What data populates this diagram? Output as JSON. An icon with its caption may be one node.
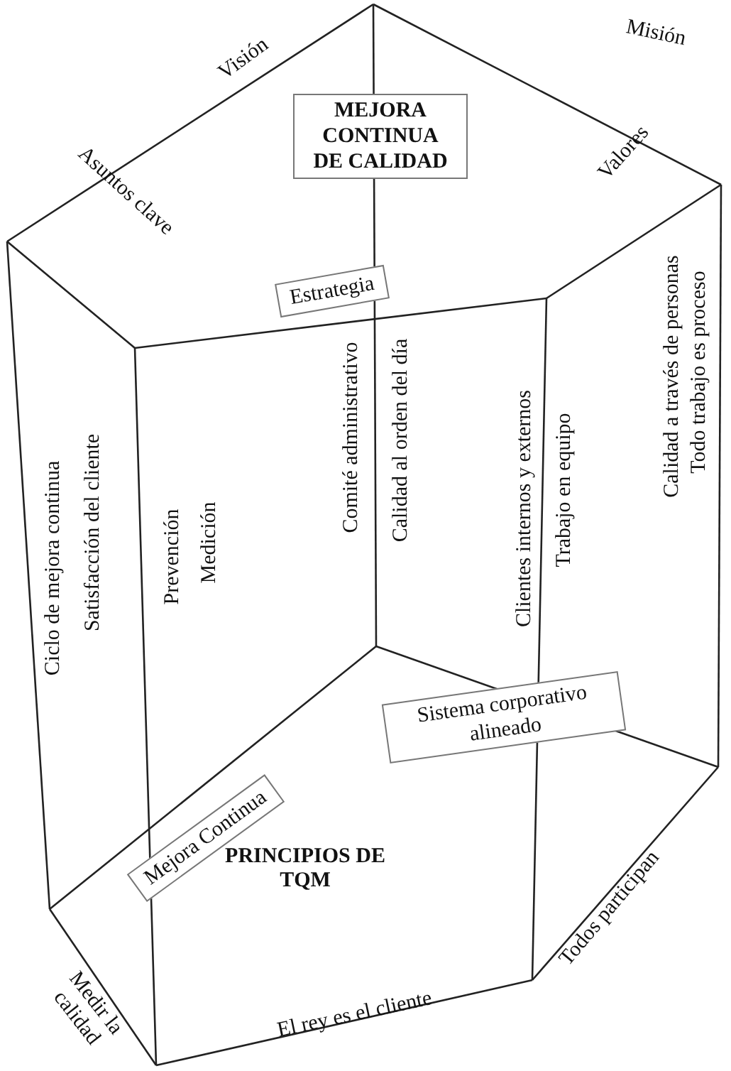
{
  "diagram": {
    "nodes": [
      {
        "text": [
          "MEJORA CONTINUA DE CALIDAD"
        ]
      },
      {
        "text": [
          "Estrategia"
        ]
      },
      {
        "text": [
          "Sistema corporativo alineado"
        ]
      },
      {
        "text": [
          "Mejora Continua"
        ]
      }
    ],
    "edges": [],
    "labels": [
      "Misión",
      "Visión",
      "Valores",
      "Asuntos clave",
      "Calidad a través de personas",
      "Todo trabajo es proceso",
      "Ciclo de mejora continua",
      "Satisfacción del cliente",
      "Prevención",
      "Medición",
      "Comité administrativo",
      "Calidad  al orden del día",
      "Clientes internos y externos",
      "Trabajo en equipo",
      "PRINCIPIOS DE TQM",
      "Medir la calidad",
      "Todos participan",
      "El rey es el cliente"
    ]
  }
}
